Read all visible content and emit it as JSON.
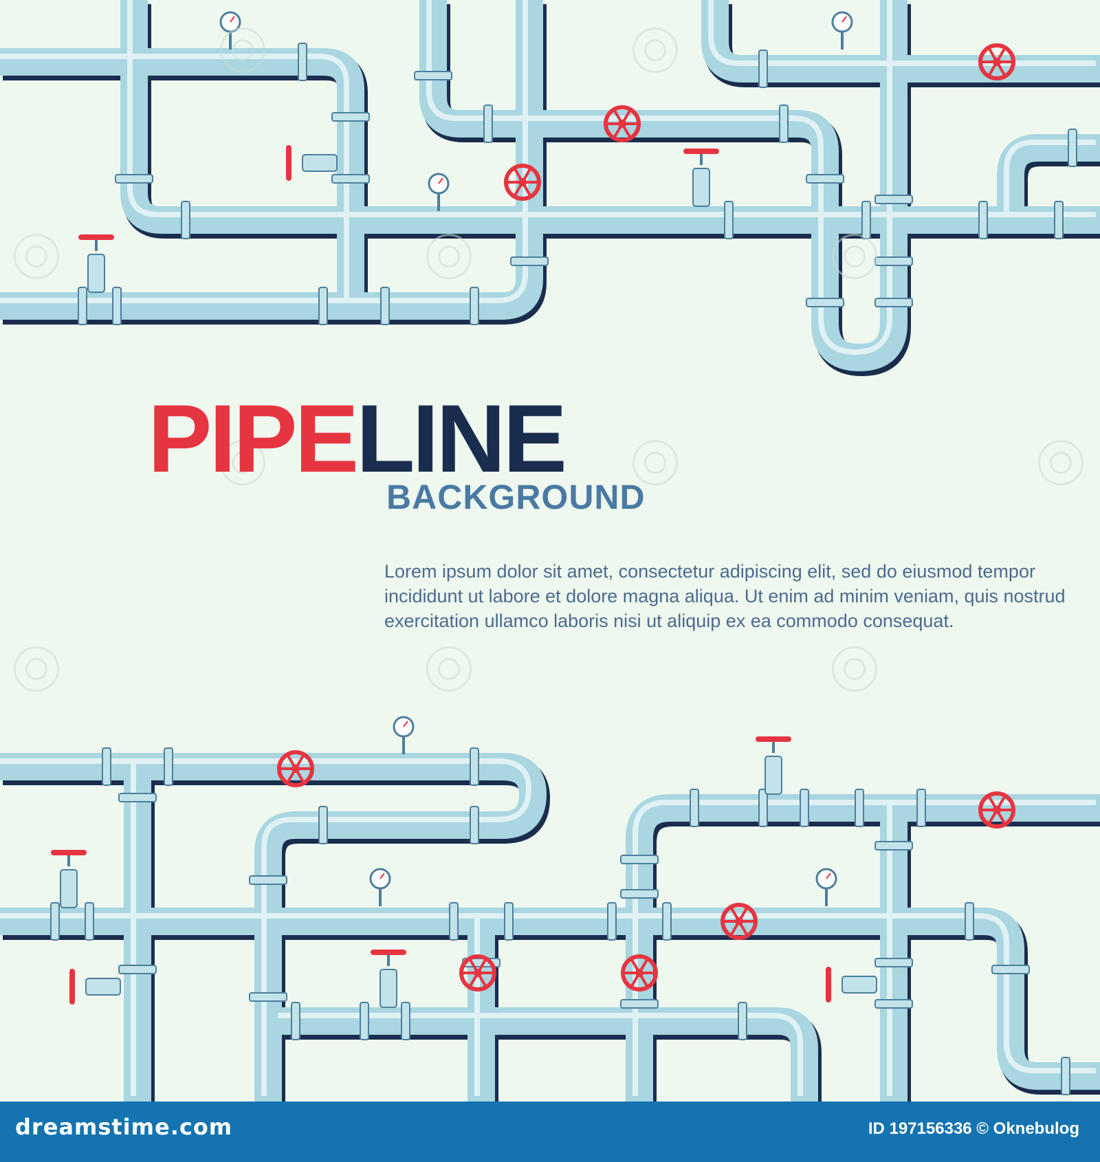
{
  "headline": {
    "part1": "PIPE",
    "part2": "LINE"
  },
  "subheadline": "BACKGROUND",
  "body_text": "Lorem ipsum dolor sit amet, consectetur adipiscing elit, sed do eiusmod tempor incididunt ut labore et dolore magna aliqua. Ut enim ad minim veniam, quis nostrud exercitation ullamco laboris nisi ut aliquip ex ea commodo consequat.",
  "footer": {
    "logo": "dreamstime.com",
    "credit": "ID 197156336 © Oknebulog"
  },
  "colors": {
    "background": "#eef8ef",
    "pipe": "#a9d6e0",
    "pipe_shadow": "#1b2d4e",
    "valve": "#e63541",
    "headline_red": "#e63541",
    "headline_navy": "#1b2d4e",
    "subheadline": "#4a7aa3",
    "footer_bar": "#1473b0"
  },
  "icons": [
    "pipe",
    "valve-wheel-icon",
    "gate-valve-icon",
    "pressure-gauge-icon",
    "watermark-spiral-icon"
  ]
}
